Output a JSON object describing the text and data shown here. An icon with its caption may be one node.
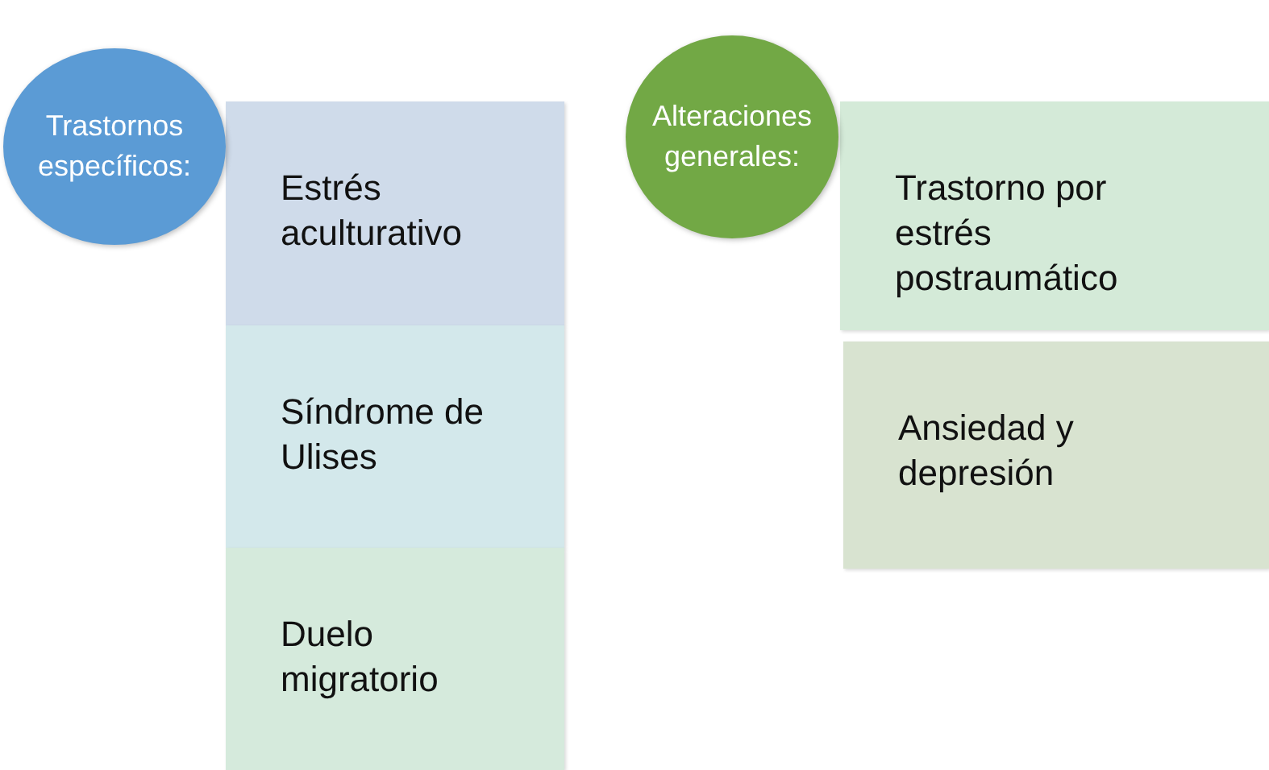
{
  "diagram": {
    "nodes": [
      {
        "text": [
          "Trastornos específicos:"
        ]
      },
      {
        "text": [
          "Estrés aculturativo"
        ]
      },
      {
        "text": [
          "Síndrome de Ulises"
        ]
      },
      {
        "text": [
          "Duelo migratorio"
        ]
      },
      {
        "text": [
          "Alteraciones generales:"
        ]
      },
      {
        "text": [
          "Trastorno por estrés postraumático"
        ]
      },
      {
        "text": [
          "Ansiedad y depresión"
        ]
      }
    ]
  }
}
